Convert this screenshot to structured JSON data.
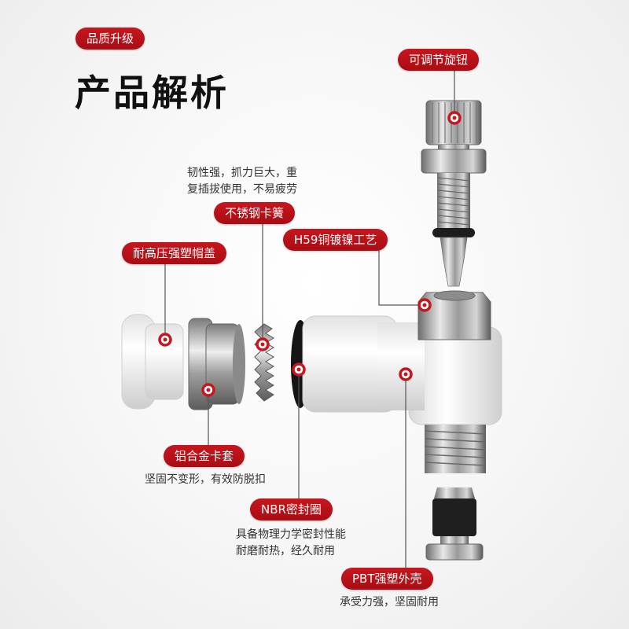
{
  "badge": "品质升级",
  "title": "产品解析",
  "labels": {
    "knob": "可调节旋钮",
    "spring": "不锈钢卡簧",
    "brass": "H59铜镀镍工艺",
    "cap": "耐高压强塑帽盖",
    "sleeve": "铝合金卡套",
    "seal": "NBR密封圈",
    "shell": "PBT强塑外壳"
  },
  "descriptions": {
    "spring_line1": "韧性强，抓力巨大，重",
    "spring_line2": "复插拔使用，不易疲劳",
    "sleeve": "坚固不变形，有效防脱扣",
    "seal_line1": "具备物理力学密封性能",
    "seal_line2": "耐磨耐热，经久耐用",
    "shell": "承受力强，坚固耐用"
  },
  "colors": {
    "accent": "#c8161e",
    "text": "#111111"
  }
}
